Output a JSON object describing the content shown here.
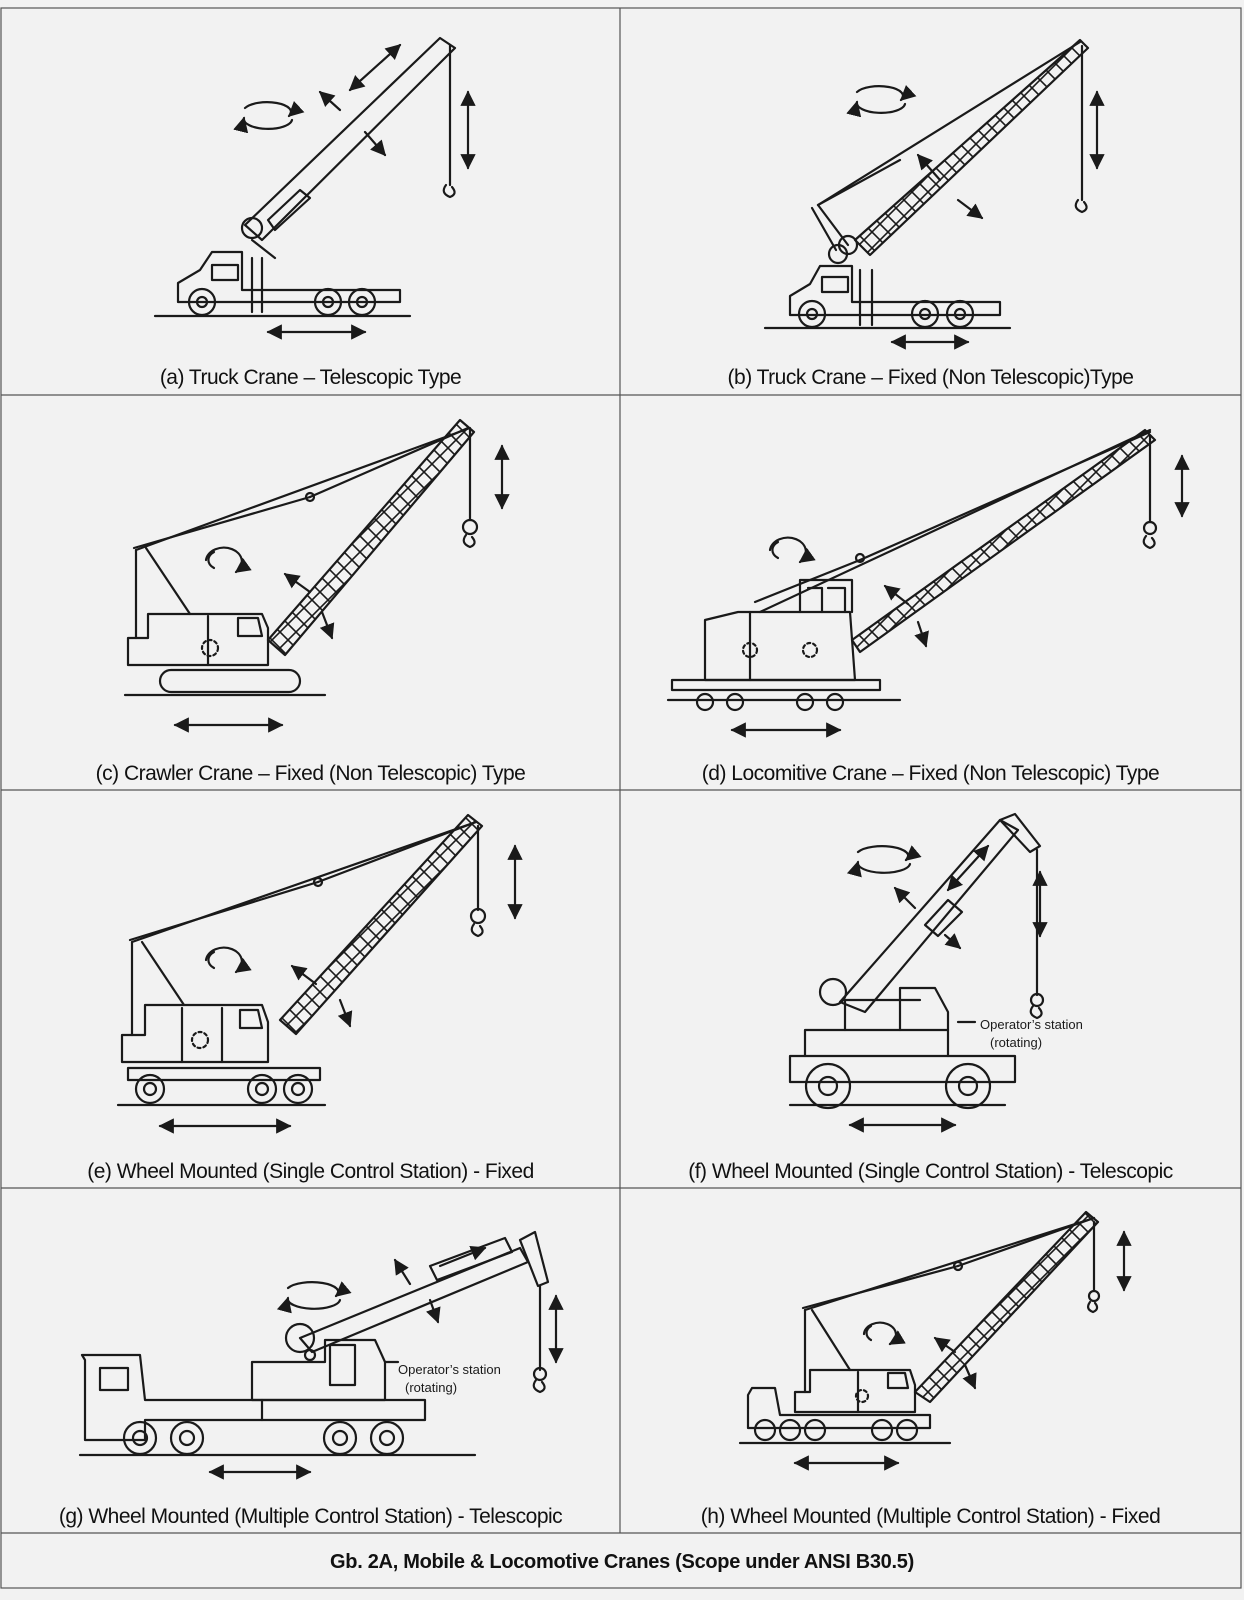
{
  "panels": [
    {
      "id": "a",
      "caption": "(a) Truck Crane – Telescopic Type"
    },
    {
      "id": "b",
      "caption": "(b) Truck Crane – Fixed (Non Telescopic)Type"
    },
    {
      "id": "c",
      "caption": "(c) Crawler Crane – Fixed (Non Telescopic) Type"
    },
    {
      "id": "d",
      "caption": "(d) Locomitive Crane – Fixed (Non Telescopic) Type"
    },
    {
      "id": "e",
      "caption": "(e) Wheel Mounted (Single Control Station) - Fixed"
    },
    {
      "id": "f",
      "caption": "(f) Wheel Mounted (Single Control Station)  - Telescopic",
      "annotation": [
        "Operator’s station",
        "(rotating)"
      ]
    },
    {
      "id": "g",
      "caption": "(g) Wheel Mounted (Multiple Control Station) - Telescopic",
      "annotation": [
        "Operator’s station",
        "(rotating)"
      ]
    },
    {
      "id": "h",
      "caption": "(h) Wheel Mounted (Multiple Control Station)  - Fixed"
    }
  ],
  "figure_title": "Gb. 2A, Mobile & Locomotive Cranes (Scope under ANSI B30.5)",
  "colors": {
    "background": "#f2f2f2",
    "line": "#1a1a1a",
    "grid": "#555555"
  }
}
